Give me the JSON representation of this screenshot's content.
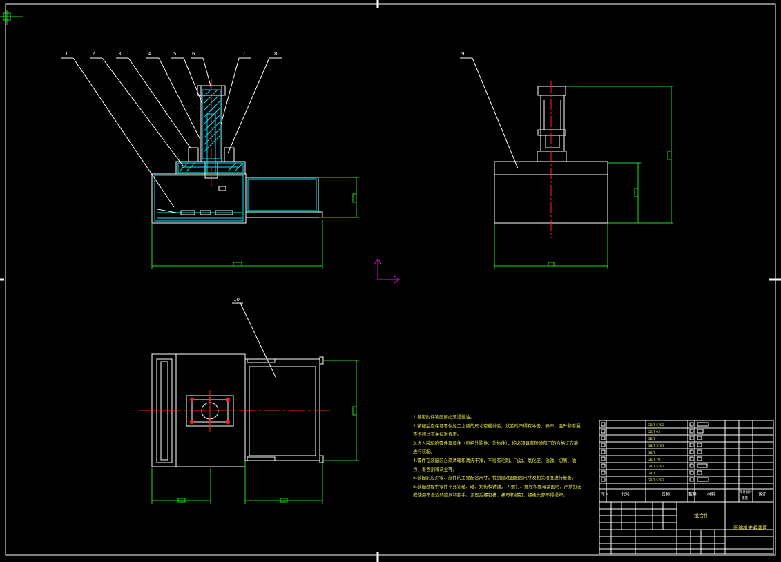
{
  "balloons": [
    "1",
    "2",
    "3",
    "4",
    "5",
    "6",
    "7",
    "8",
    "9",
    "10"
  ],
  "technical_requirements": [
    "1.各密封件装配前必须浸透油。",
    "2.装配后应保证零件加工之前的尺寸空载试验，试验时不得有冲击、噪声、温升和渗漏不得超过有关标准规定。",
    "3.进入装配的零件及部件（包括外购件、外协件），均必须具有检验部门的合格证方能进行装配。",
    "4.零件在装配前必须清理和清洗干净，不得有毛刺、飞边、氧化皮、锈蚀、切屑、油污、着色剂和灰尘等。",
    "5.装配前应对零、部件的主要配合尺寸，特别是过盈配合尺寸及相关精度进行复查。",
    "6.装配过程中零件不允许磕、碰、划伤和锈蚀。 7.螺钉、螺栓和螺母紧固时，严禁打击或使用不合适的旋具和扳手。紧固后螺钉槽、螺母和螺钉、螺栓头部不得损坏。"
  ],
  "title_block": {
    "header": {
      "seq": "序号",
      "code": "代号",
      "name": "名称",
      "qty": "数量",
      "material": "材料",
      "unit_weight": "单件",
      "total_weight": "总计",
      "weight": "重量",
      "remarks": "备注"
    },
    "drawing_title": "压缩机夹紧装置",
    "company": "组合件"
  },
  "colors": {
    "part": "#ffffff",
    "dimension": "#22dd22",
    "centerline": "#ff2222",
    "leader": "#ffffff",
    "hatch": "#00e5ff",
    "ucs": "#ff00ff",
    "notes": "#e8e84a",
    "crosshair": "#22dd22"
  }
}
